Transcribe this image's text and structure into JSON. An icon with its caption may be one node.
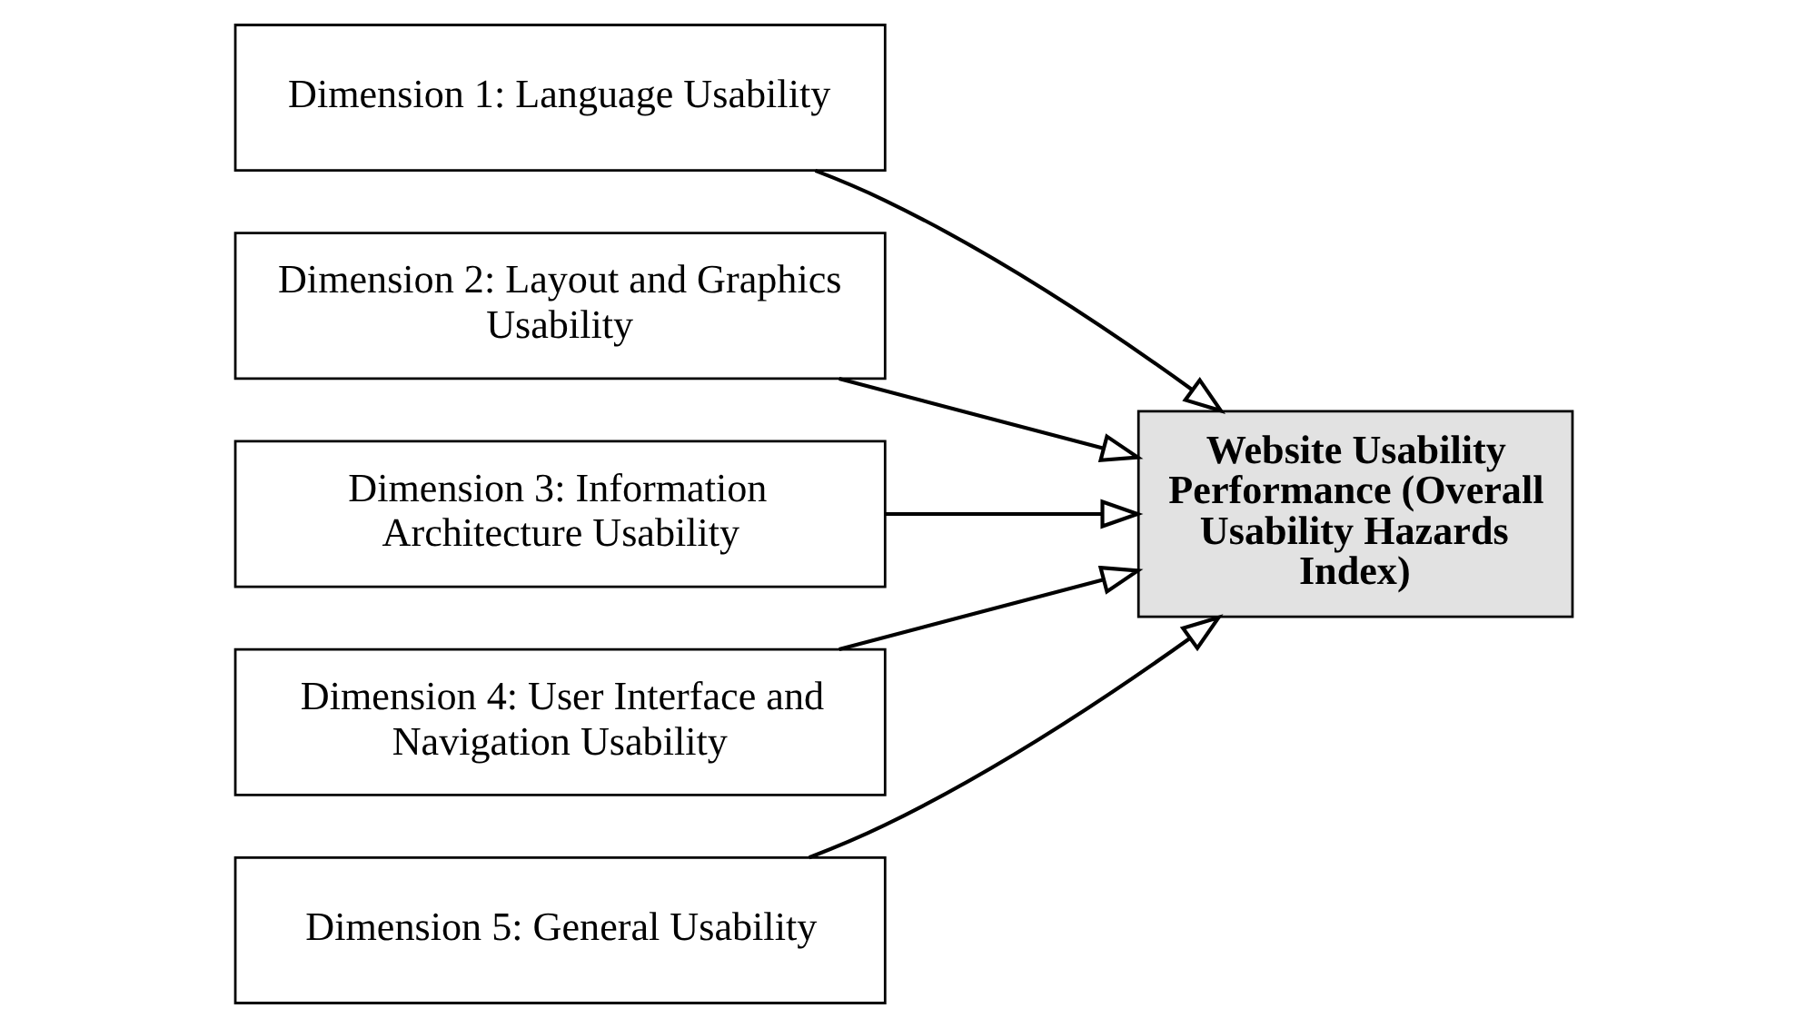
{
  "diagram": {
    "nodes": [
      {
        "text": [
          "Dimension 1: Language Usability"
        ]
      },
      {
        "text": [
          "Dimension 2: Layout and Graphics Usability"
        ]
      },
      {
        "text": [
          "Dimension 3: Information Architecture Usability"
        ]
      },
      {
        "text": [
          "Dimension 4: User Interface and Navigation Usability"
        ]
      },
      {
        "text": [
          "Dimension 5: General Usability"
        ]
      },
      {
        "text": [
          "Website Usability Performance (Overall Usability Hazards Index)"
        ]
      }
    ],
    "edges": [
      {
        "from": 0,
        "to": 5,
        "arrow": "to"
      },
      {
        "from": 1,
        "to": 5,
        "arrow": "to"
      },
      {
        "from": 2,
        "to": 5,
        "arrow": "to"
      },
      {
        "from": 3,
        "to": 5,
        "arrow": "to"
      },
      {
        "from": 4,
        "to": 5,
        "arrow": "to"
      }
    ]
  }
}
